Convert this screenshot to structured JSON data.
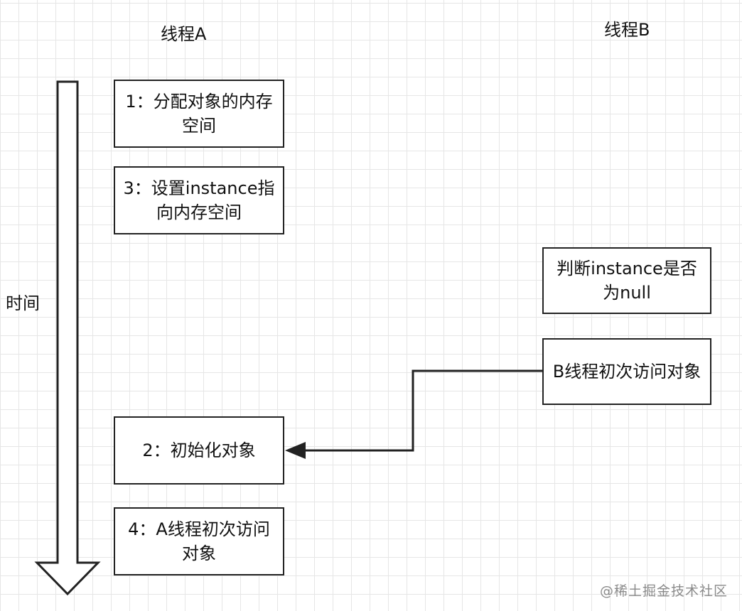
{
  "headers": {
    "thread_a": "线程A",
    "thread_b": "线程B"
  },
  "time_axis": {
    "label": "时间"
  },
  "thread_a_steps": [
    {
      "text": "1：分配对象的内存空间"
    },
    {
      "text": "3：设置instance指向内存空间"
    },
    {
      "text": "2：初始化对象"
    },
    {
      "text": "4：A线程初次访问对象"
    }
  ],
  "thread_b_steps": [
    {
      "text": "判断instance是否为null"
    },
    {
      "text": "B线程初次访问对象"
    }
  ],
  "watermark": "@稀土掘金技术社区"
}
